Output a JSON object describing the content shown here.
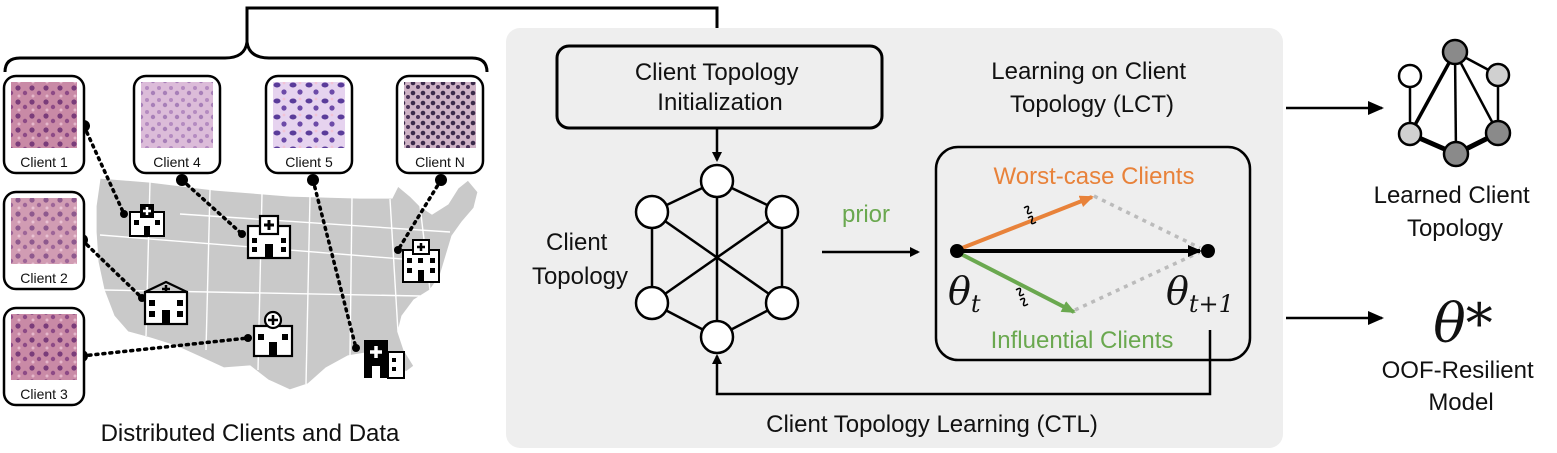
{
  "left": {
    "caption": "Distributed Clients and Data",
    "clients": [
      {
        "label": "Client 1"
      },
      {
        "label": "Client 4"
      },
      {
        "label": "Client 5"
      },
      {
        "label": "Client N"
      },
      {
        "label": "Client 2"
      },
      {
        "label": "Client 3"
      }
    ]
  },
  "panel": {
    "init_box": "Client Topology|Initialization",
    "topology_label": "Client|Topology",
    "lct_title": "Learning on Client|Topology (LCT)",
    "prior_label": "prior",
    "worst_case": "Worst-case Clients",
    "influential": "Influential Clients",
    "theta_t": "θ",
    "theta_t_sub": "t",
    "theta_t1": "θ",
    "theta_t1_sub": "t+1",
    "ctl_caption": "Client Topology Learning (CTL)"
  },
  "right": {
    "learned_label": "Learned Client|Topology",
    "theta_star": "θ*",
    "model_label": "OOF-Resilient|Model"
  },
  "colors": {
    "panel_bg": "#eeeeee",
    "orange": "#e8823a",
    "green": "#6aa84f",
    "gray_dash": "#bbbbbb",
    "map": "#c9c9c9"
  },
  "icons": [
    "hospital-icon",
    "tissue-patch-image",
    "usa-map"
  ]
}
